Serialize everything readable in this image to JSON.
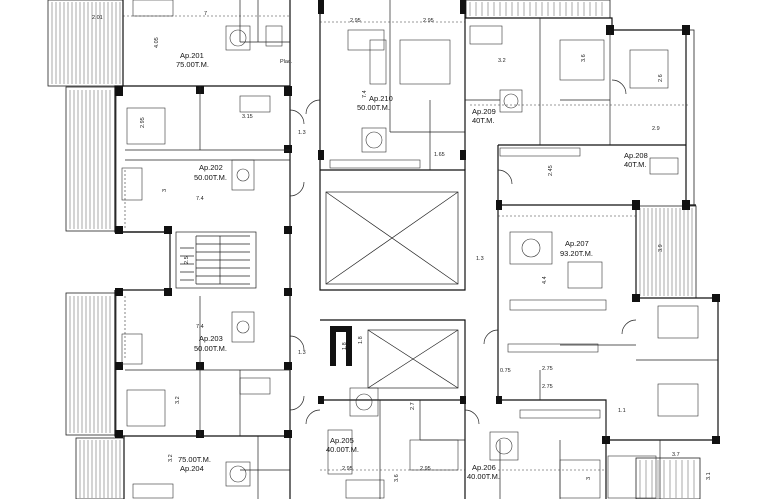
{
  "apartments": [
    {
      "id": "ap201",
      "name": "Ap.201",
      "area": "75.00T.M."
    },
    {
      "id": "ap202",
      "name": "Ap.202",
      "area": "50.00T.M."
    },
    {
      "id": "ap203",
      "name": "Ap.203",
      "area": "50.00T.M."
    },
    {
      "id": "ap204",
      "name": "Ap.204",
      "area": "75.00T.M."
    },
    {
      "id": "ap205",
      "name": "Ap.205",
      "area": "40.00T.M."
    },
    {
      "id": "ap206",
      "name": "Ap.206",
      "area": "40.00T.M."
    },
    {
      "id": "ap207",
      "name": "Ap.207",
      "area": "93.20T.M."
    },
    {
      "id": "ap208",
      "name": "Ap.208",
      "area": "40T.M."
    },
    {
      "id": "ap209",
      "name": "Ap.209",
      "area": "40T.M."
    },
    {
      "id": "ap210",
      "name": "Ap.210",
      "area": "50.00T.M."
    }
  ],
  "dimensions": [
    "2.01",
    "7",
    "4.05",
    "2.95",
    "2.95",
    "3.2",
    "3.6",
    "2.6",
    "7.4",
    "1.3",
    "3.15",
    "2.95",
    "1.65",
    "2.9",
    "2.45",
    "3",
    "7.4",
    "2.5",
    "1.3",
    "3.9",
    "4.4",
    "7.4",
    "1.3",
    "1.8",
    "1.8",
    "3.2",
    "2.75",
    "0.75",
    "2.75",
    "1.1",
    "2.7",
    "2.95",
    "2.95",
    "3.6",
    "3.7",
    "3.1",
    "3",
    "3.2"
  ],
  "misc": {
    "label_plac": "Plac."
  }
}
